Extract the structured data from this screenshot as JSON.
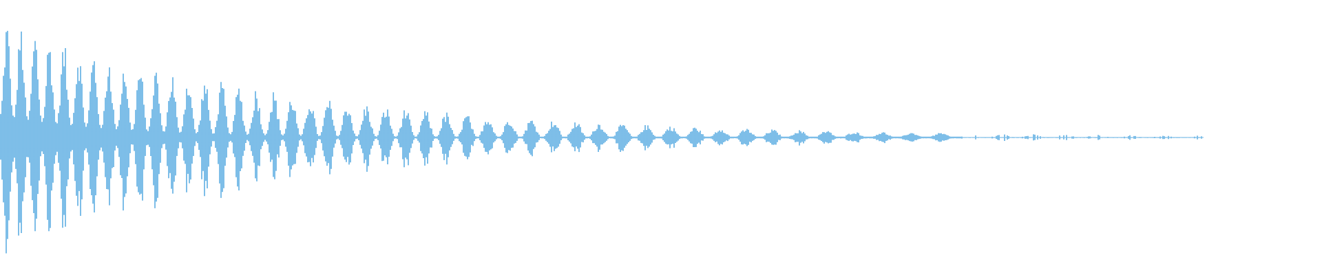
{
  "waveform": {
    "color": "#5dade2",
    "background": "#ffffff",
    "envelope": "decaying",
    "peak_amplitude_fraction": 0.9,
    "audible_portion_fraction": 0.91
  }
}
